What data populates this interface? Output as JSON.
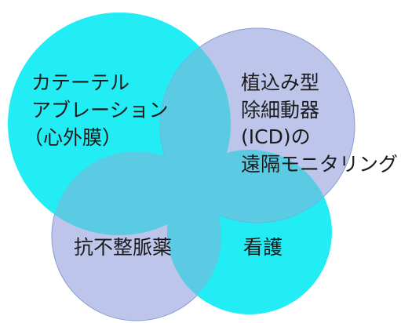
{
  "diagram": {
    "colors": {
      "cyan": "#22ECF4",
      "lavender": "#BDC6EA",
      "overlap": "#5BCBE4",
      "outline": "#8C9BD0"
    },
    "sets": [
      {
        "id": "catheter",
        "lines": [
          "カテーテル",
          "アブレーション",
          "（心外膜）"
        ]
      },
      {
        "id": "icd",
        "lines": [
          "植込み型",
          "除細動器",
          "(ICD)の",
          "遠隔モニタリング"
        ]
      },
      {
        "id": "antiarrhythmic",
        "lines": [
          "抗不整脈薬"
        ]
      },
      {
        "id": "nursing",
        "lines": [
          "看護"
        ]
      }
    ]
  }
}
